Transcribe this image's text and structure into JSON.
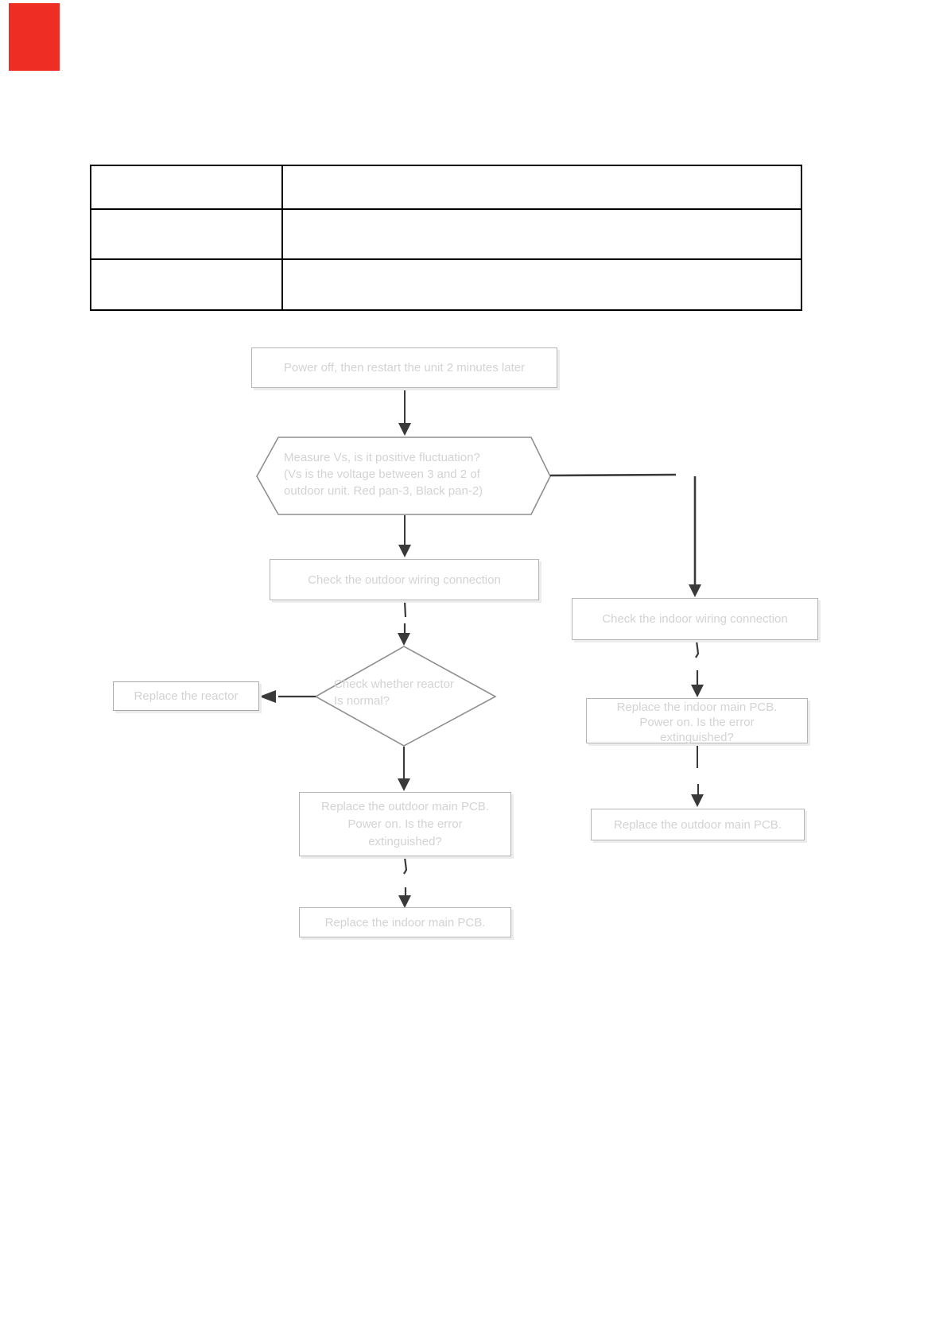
{
  "annotation": {
    "marker_color": "#ee2e24"
  },
  "table": {
    "rows": [
      [
        "",
        ""
      ],
      [
        "",
        ""
      ],
      [
        "",
        ""
      ]
    ]
  },
  "flowchart": {
    "nodes": {
      "power_off": "Power off, then restart the unit 2 minutes later",
      "measure_vs": "Measure  Vs, is it  positive fluctuation?\n(Vs is the voltage between 3 and 2 of\noutdoor unit. Red pan-3, Black pan-2)",
      "check_outdoor_wiring": "Check the outdoor wiring connection",
      "reactor_normal": "Check whether reactor\nIs normal?",
      "replace_reactor": "Replace  the reactor",
      "replace_outdoor_pcb_question": "Replace the outdoor main PCB.\nPower on. Is the error\nextinguished?",
      "replace_indoor_pcb": "Replace the indoor main PCB.",
      "check_indoor_wiring": "Check the indoor wiring connection",
      "replace_indoor_pcb_question": "Replace the indoor main PCB.\nPower on. Is the error\nextinguished?",
      "replace_outdoor_pcb": "Replace  the outdoor main PCB."
    },
    "colors": {
      "shape_stroke": "#8f8f8f",
      "box_stroke": "#b5b5b5",
      "arrow": "#3a3a3a",
      "text": "#d3d3d3"
    }
  }
}
